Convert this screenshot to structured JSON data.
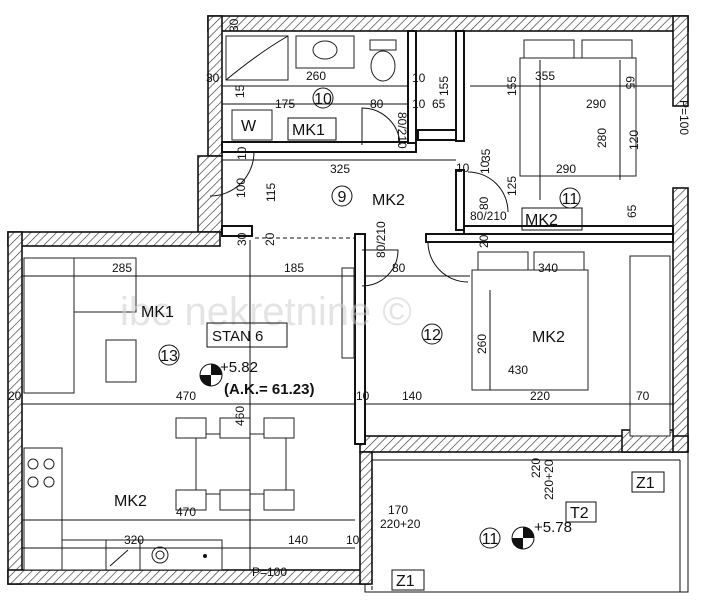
{
  "watermark": "ibe nekretnine ©",
  "unit": {
    "name": "STAN 6",
    "elevation": "+5.82",
    "area": "(A.K.= 61.23)"
  },
  "terrace": {
    "name": "T2",
    "elevation": "+5.78"
  },
  "rooms": [
    {
      "number": "10",
      "material": "MK1"
    },
    {
      "number": "9",
      "material": "MK2"
    },
    {
      "number": "11",
      "material": "MK2"
    },
    {
      "number": "12",
      "material": "MK2"
    },
    {
      "number": "13",
      "material_top": "MK1",
      "material_bottom": "MK2"
    },
    {
      "number": "11"
    }
  ],
  "labels": {
    "washer": "W",
    "z1_top": "Z1",
    "z1_bottom": "Z1",
    "door_80_210": "80/210",
    "door_80_210_b": "80/210",
    "door_80_210_c": "80/210",
    "p100_top": "P=100",
    "p100_bottom": "P=100"
  },
  "dimensions": {
    "d30a": "30",
    "d30b": "30",
    "d260": "260",
    "d15": "15",
    "d10a": "10",
    "d155a": "155",
    "d155b": "155",
    "d355": "355",
    "d65a": "65",
    "d175": "175",
    "d80a": "80",
    "d10b": "10",
    "d65b": "65",
    "d290a": "290",
    "d280": "280",
    "d120": "120",
    "d290b": "290",
    "d10c": "10",
    "d10d": "10",
    "d325": "325",
    "d35": "35",
    "d100": "100",
    "d115": "115",
    "d80b": "80",
    "d125": "125",
    "d65c": "65",
    "d10e": "10",
    "d30c": "30",
    "d20a": "20",
    "d20b": "20",
    "d285": "285",
    "d185": "185",
    "d80c": "80",
    "d340": "340",
    "d260b": "260",
    "d430": "430",
    "d20c": "20",
    "d470a": "470",
    "d460": "460",
    "d10f": "10",
    "d140a": "140",
    "d220a": "220",
    "d70": "70",
    "d220b": "220",
    "d220p20a": "220+20",
    "d470b": "470",
    "d170": "170",
    "d220p20b": "220+20",
    "d320": "320",
    "d140b": "140",
    "d10g": "10"
  }
}
